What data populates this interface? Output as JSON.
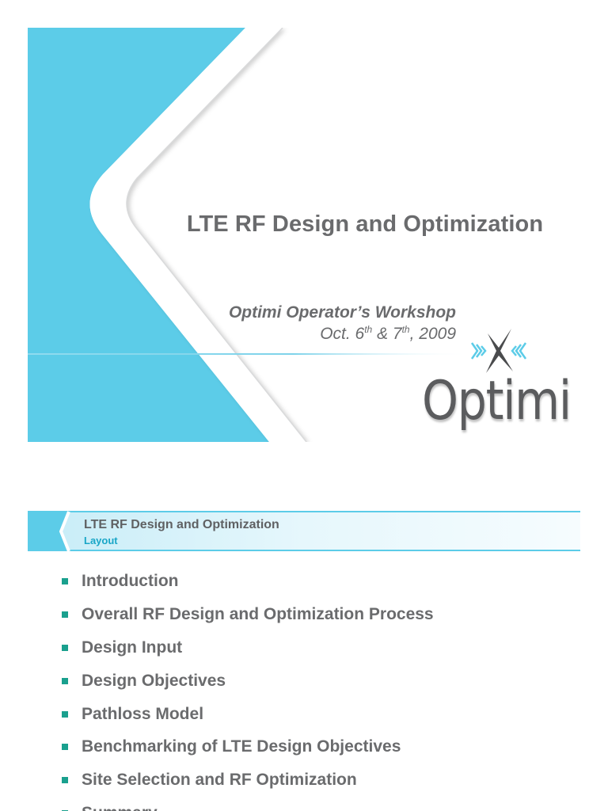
{
  "slide1": {
    "title": "LTE RF Design and Optimization",
    "subtitle": "Optimi Operator’s Workshop",
    "date": {
      "prefix": "Oct. 6",
      "sup1": "th",
      "middle": " & 7",
      "sup2": "th",
      "suffix": ", 2009"
    },
    "logo_text": "Optimi",
    "colors": {
      "accent": "#5ccce8",
      "text": "#6a6b6d"
    }
  },
  "slide2": {
    "header_title": "LTE RF Design and Optimization",
    "header_subtitle": "Layout",
    "agenda": [
      "Introduction",
      "Overall RF Design and Optimization Process",
      "Design Input",
      "Design Objectives",
      "Pathloss Model",
      "Benchmarking of LTE Design Objectives",
      "Site Selection and RF Optimization",
      "Summary"
    ],
    "colors": {
      "bullet": "#1aa08e",
      "subtitle": "#19a6c7"
    }
  }
}
